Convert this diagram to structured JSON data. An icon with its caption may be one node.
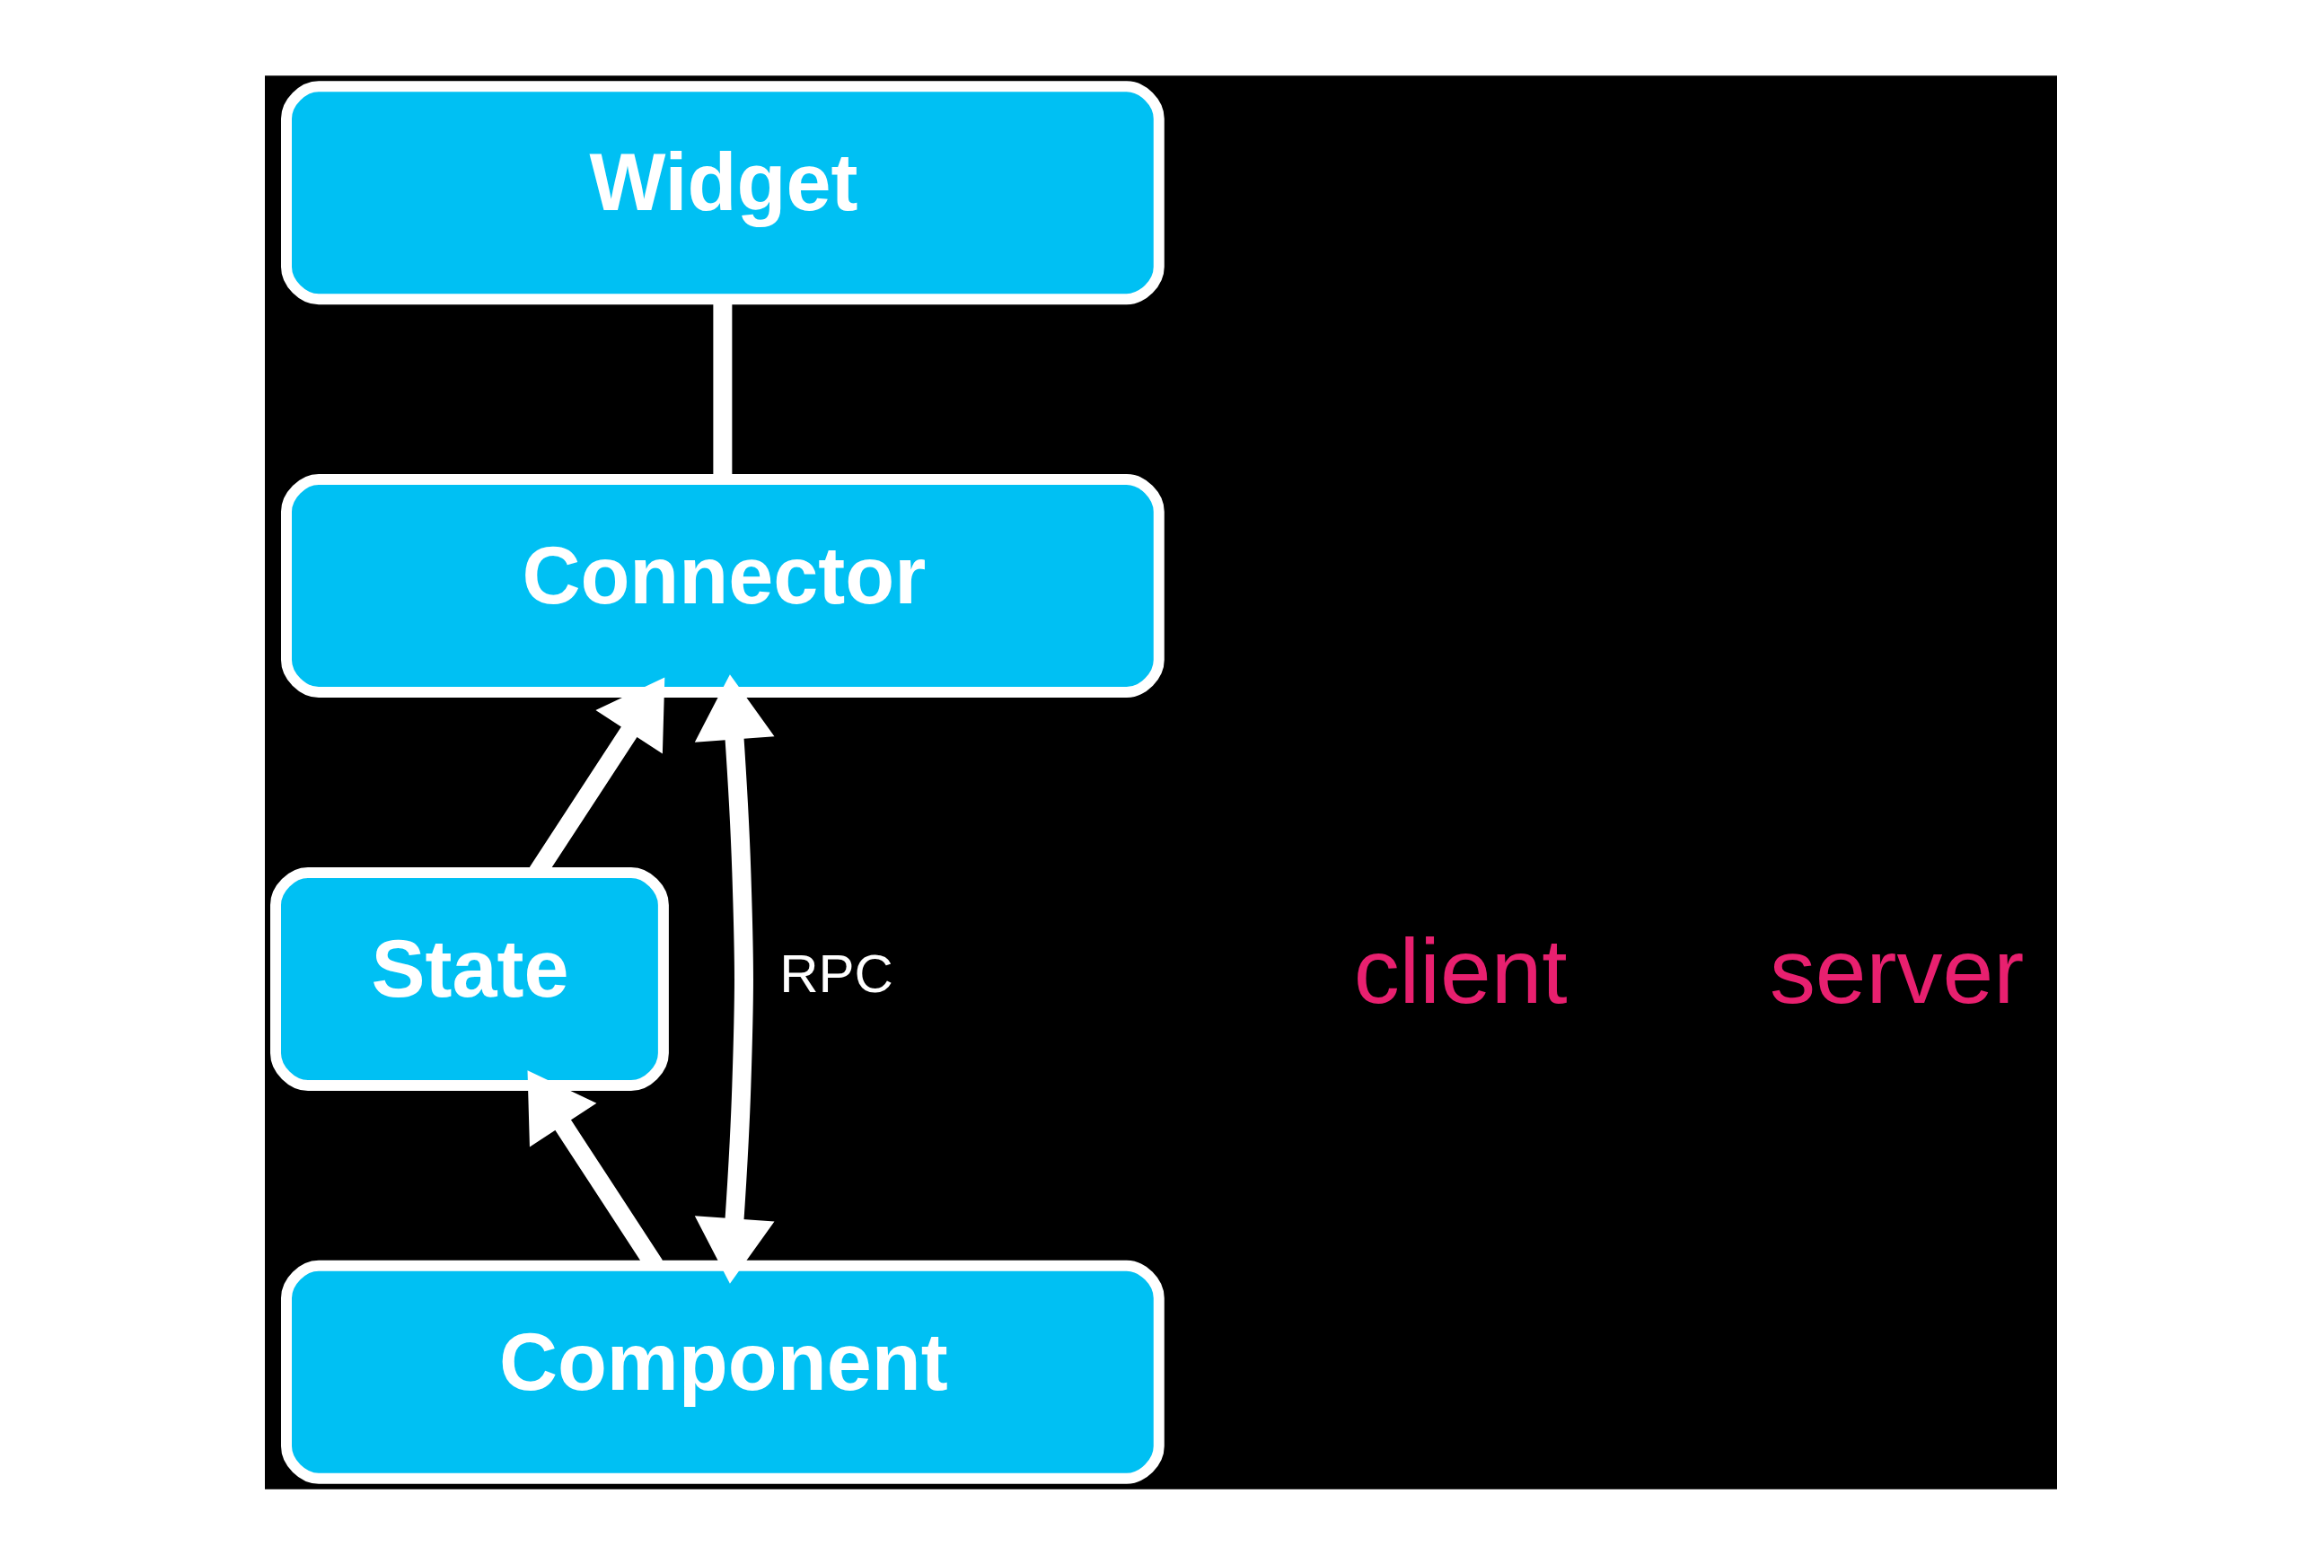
{
  "diagram": {
    "nodes": [
      {
        "text": [
          "Widget"
        ]
      },
      {
        "text": [
          "Connector"
        ]
      },
      {
        "text": [
          "State"
        ]
      },
      {
        "text": [
          "Component"
        ]
      }
    ],
    "edges": [
      {
        "from": 0,
        "to": 1,
        "arrow": "none"
      },
      {
        "from": 1,
        "to": 3,
        "arrow": "both",
        "label": "RPC"
      },
      {
        "from": 2,
        "to": 1,
        "arrow": "to"
      },
      {
        "from": 3,
        "to": 2,
        "arrow": "to"
      }
    ],
    "labels": [
      "client",
      "server"
    ]
  }
}
